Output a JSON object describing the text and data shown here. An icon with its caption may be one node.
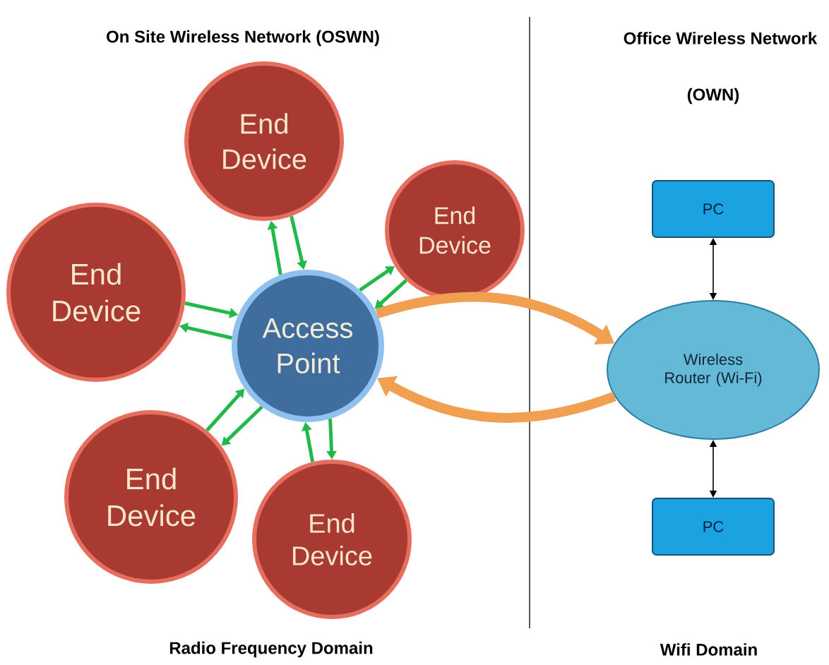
{
  "diagram": {
    "nodes": [
      {
        "text": [
          "End Device"
        ]
      },
      {
        "text": [
          "End Device"
        ]
      },
      {
        "text": [
          "End Device"
        ]
      },
      {
        "text": [
          "Access Point"
        ]
      },
      {
        "text": [
          "End Device"
        ]
      },
      {
        "text": [
          "End Device"
        ]
      },
      {
        "text": [
          "PC"
        ]
      },
      {
        "text": [
          "Wireless Router (Wi-Fi)"
        ]
      },
      {
        "text": [
          "PC"
        ]
      }
    ],
    "edges": [
      {
        "from": 0,
        "to": 3,
        "arrow": "to"
      },
      {
        "from": 3,
        "to": 0,
        "arrow": "to"
      },
      {
        "from": 1,
        "to": 3,
        "arrow": "to"
      },
      {
        "from": 3,
        "to": 1,
        "arrow": "to"
      },
      {
        "from": 2,
        "to": 3,
        "arrow": "to"
      },
      {
        "from": 3,
        "to": 2,
        "arrow": "to"
      },
      {
        "from": 4,
        "to": 3,
        "arrow": "to"
      },
      {
        "from": 3,
        "to": 4,
        "arrow": "to"
      },
      {
        "from": 5,
        "to": 3,
        "arrow": "to"
      },
      {
        "from": 3,
        "to": 5,
        "arrow": "to"
      },
      {
        "from": 3,
        "to": 7,
        "arrow": "to",
        "style": "thick",
        "color": "#f0a050"
      },
      {
        "from": 7,
        "to": 3,
        "arrow": "to",
        "style": "thick",
        "color": "#f0a050"
      },
      {
        "from": 6,
        "to": 7,
        "arrow": "both",
        "color": "#000000"
      },
      {
        "from": 7,
        "to": 8,
        "arrow": "both",
        "color": "#000000"
      }
    ],
    "labels": [
      "On Site Wireless Network (OSWN)",
      "Office Wireless Network",
      "(OWN)",
      "Radio Frequency Domain",
      "Wifi Domain"
    ]
  }
}
